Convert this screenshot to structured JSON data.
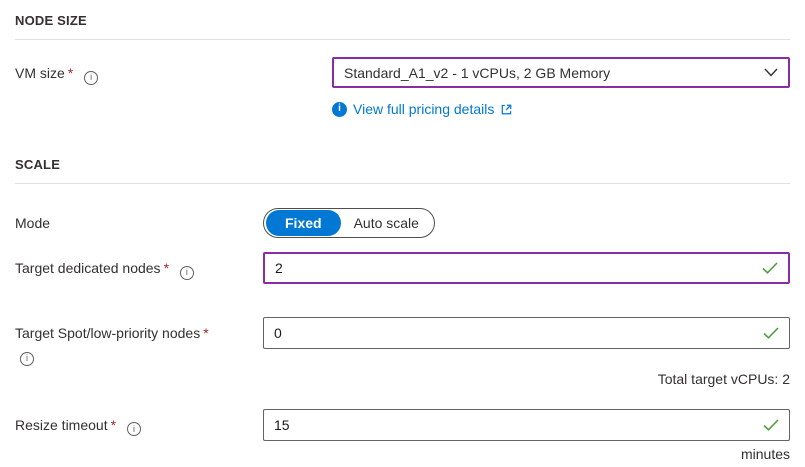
{
  "colors": {
    "accent": "#0078d4",
    "dirty_field_border": "#8a2da5",
    "success_check": "#4c9e3a",
    "required_asterisk": "#a4262c"
  },
  "required_marker": "*",
  "info_icon_glyph": "i",
  "node_size_section": {
    "title": "NODE SIZE"
  },
  "vm_size": {
    "label": "VM size",
    "value": "Standard_A1_v2 - 1 vCPUs, 2 GB Memory"
  },
  "pricing": {
    "link_label": "View full pricing details"
  },
  "scale_section": {
    "title": "SCALE"
  },
  "mode": {
    "label": "Mode",
    "options": [
      "Fixed",
      "Auto scale"
    ],
    "selected": "Fixed"
  },
  "target_dedicated": {
    "label": "Target dedicated nodes",
    "value": "2"
  },
  "target_spot": {
    "label": "Target Spot/low-priority nodes",
    "value": "0",
    "summary": "Total target vCPUs: 2"
  },
  "resize_timeout": {
    "label": "Resize timeout",
    "value": "15",
    "suffix": "minutes"
  }
}
